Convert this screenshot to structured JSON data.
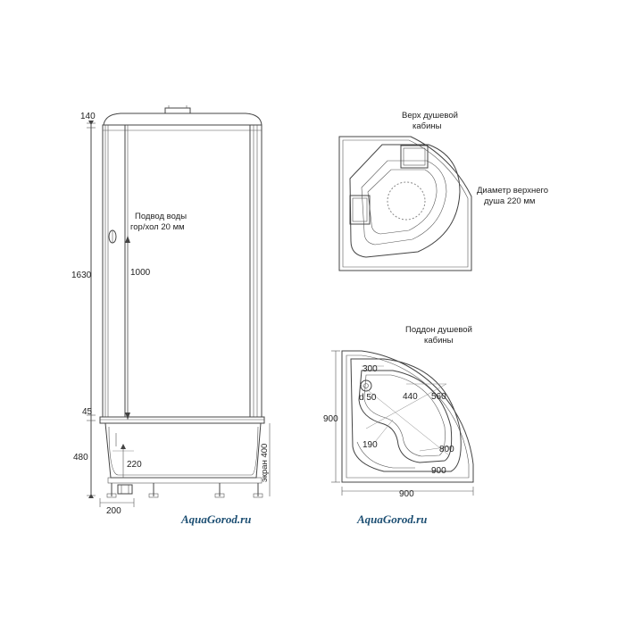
{
  "side_view": {
    "dim_top": "140",
    "dim_height": "1630",
    "dim_45": "45",
    "dim_base": "480",
    "dim_1000": "1000",
    "dim_220": "220",
    "dim_200": "200",
    "screen_label": "экран 400",
    "water_line1": "Подвод воды",
    "water_line2": "гор/хол 20 мм"
  },
  "top_view": {
    "title_line1": "Верх душевой",
    "title_line2": "кабины",
    "diameter_line1": "Диаметр верхнего",
    "diameter_line2": "душа 220 мм"
  },
  "tray_view": {
    "title_line1": "Поддон душевой",
    "title_line2": "кабины",
    "dim_300": "300",
    "dim_d50": "d 50",
    "dim_440": "440",
    "dim_560": "560",
    "dim_190": "190",
    "dim_800": "800",
    "dim_900_inner": "900",
    "dim_900_left": "900",
    "dim_900_bottom": "900"
  },
  "watermark_left": "AquaGorod.ru",
  "watermark_right": "AquaGorod.ru"
}
